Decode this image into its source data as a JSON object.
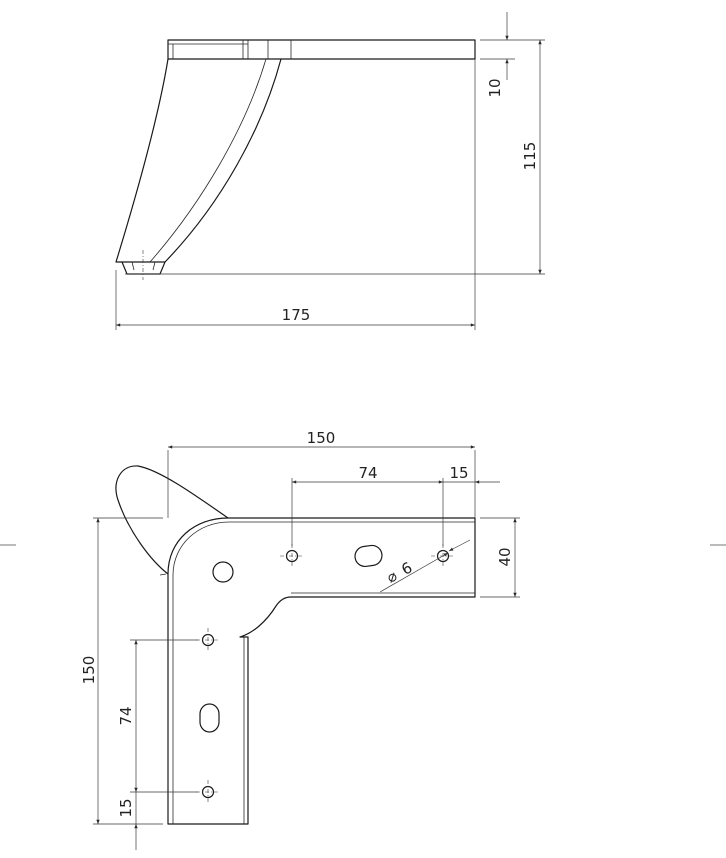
{
  "side_view": {
    "dims": {
      "thickness": "10",
      "height": "115",
      "length": "175"
    }
  },
  "top_view": {
    "dims": {
      "overall_width": "150",
      "hole_spacing_h": "74",
      "edge_offset_h": "15",
      "arm_width": "40",
      "overall_height": "150",
      "hole_spacing_v": "74",
      "edge_offset_v": "15",
      "hole_diameter": "6"
    },
    "hole_diameter_symbol": "⌀"
  },
  "colors": {
    "line": "#1a1a1a",
    "dimension": "#3a3a3a",
    "background": "#ffffff"
  }
}
